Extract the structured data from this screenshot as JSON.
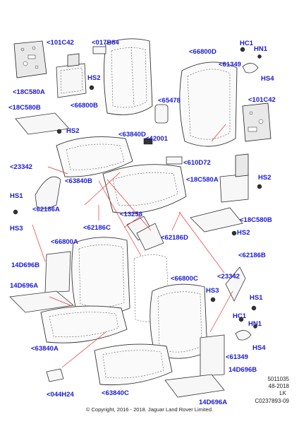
{
  "callouts": {
    "c101c42_top": "<101C42",
    "c017b84": "<017B84",
    "c66800d": "<66800D",
    "chc1_top": "HC1",
    "chn1_top": "HN1",
    "c61349_top": "<61349",
    "chs4_top": "HS4",
    "chs2_a": "HS2",
    "c18c580a_left": "<18C580A",
    "c66800b": "<66800B",
    "c65478": "<65478",
    "c101c42_right": "<101C42",
    "c18c580b_left": "<18C580B",
    "chs2_b": "HS2",
    "c63840d": "<63840D",
    "c42001": "<42001",
    "c610d72": "<610D72",
    "c23342_left": "<23342",
    "c63840b": "<63840B",
    "c18c580a_right": "<18C580A",
    "chs2_c": "HS2",
    "chs1_left": "HS1",
    "c62186a": "<62186A",
    "c13258": "<13258",
    "c18c580b_right": "<18C580B",
    "chs3_left": "HS3",
    "c62186c": "<62186C",
    "chs2_d": "HS2",
    "c62186d": "<62186D",
    "c66800a": "<66800A",
    "c62186b": "<62186B",
    "c14d696b_left": "14D696B",
    "c23342_right": "<23342",
    "c14d696a_left": "14D696A",
    "c66800c": "<66800C",
    "chs3_right": "HS3",
    "chs1_right": "HS1",
    "chc1_bottom": "HC1",
    "chn1_bottom": "HN1",
    "chs4_bottom": "HS4",
    "c63840a": "<63840A",
    "c61349_bottom": "<61349",
    "c14d696b_right": "14D696B",
    "c044h24": "<044H24",
    "c63840c": "<63840C",
    "c14d696a_right": "14D696A"
  },
  "reference": {
    "line1": "5011035",
    "line2": "48-2018",
    "line3": "LK",
    "line4": "C0237893-09"
  },
  "copyright": "© Copyright, 2016 - 2018. Jaguar Land Rover Limited.",
  "colors": {
    "callout": "#1a1ad6",
    "leader": "#e33333"
  }
}
